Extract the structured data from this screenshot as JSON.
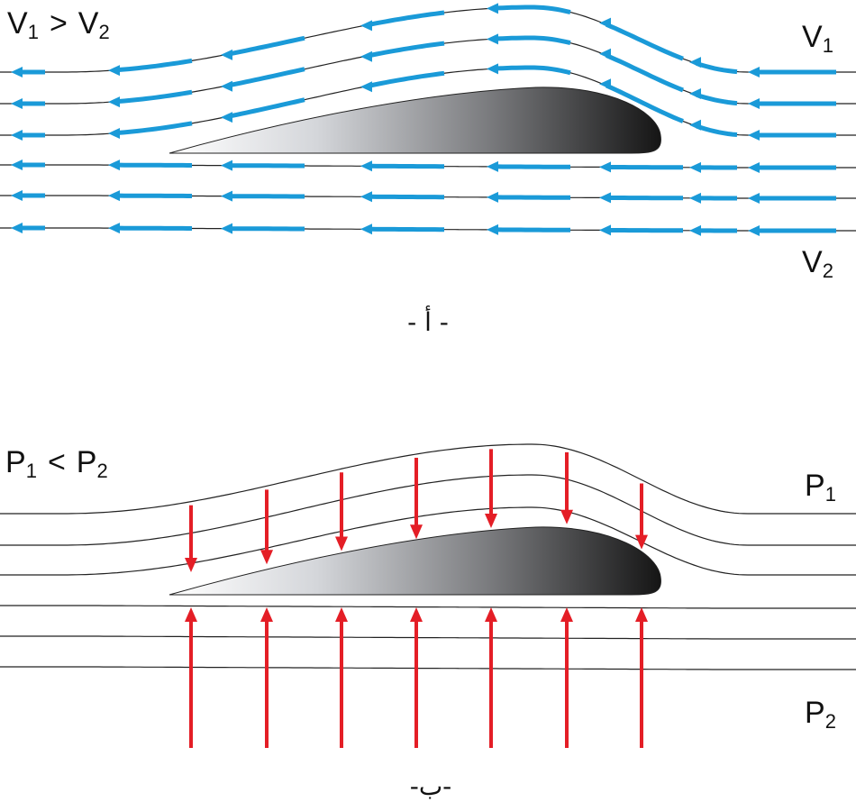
{
  "panel_a": {
    "condition": {
      "left": "V",
      "left_sub": "1",
      "op": ">",
      "right": "V",
      "right_sub": "2"
    },
    "label_top": {
      "main": "V",
      "sub": "1"
    },
    "label_bottom": {
      "main": "V",
      "sub": "2"
    },
    "caption": "- أ -"
  },
  "panel_b": {
    "condition": {
      "left": "P",
      "left_sub": "1",
      "op": "<",
      "right": "P",
      "right_sub": "2"
    },
    "label_top": {
      "main": "P",
      "sub": "1"
    },
    "label_bottom": {
      "main": "P",
      "sub": "2"
    },
    "caption": "-ب-"
  },
  "colors": {
    "flow_arrow": "#1a9ad8",
    "force_arrow": "#e41e26",
    "streamline": "#222222",
    "airfoil_light": "#ffffff",
    "airfoil_dark": "#151515"
  }
}
